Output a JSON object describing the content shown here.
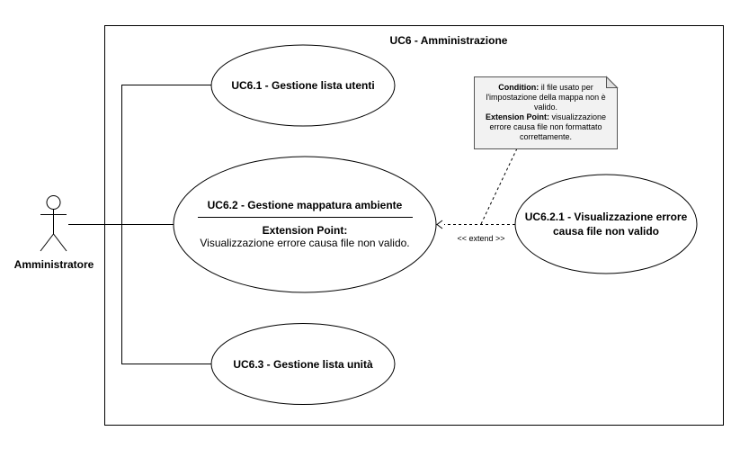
{
  "system": {
    "title": "UC6 - Amministrazione"
  },
  "actor": {
    "label": "Amministratore"
  },
  "use_cases": {
    "uc61": {
      "label": "UC6.1 - Gestione lista utenti"
    },
    "uc62": {
      "label": "UC6.2 - Gestione mappatura ambiente",
      "extension_heading": "Extension Point:",
      "extension_text": "Visualizzazione errore causa file non valido."
    },
    "uc63": {
      "label": "UC6.3 - Gestione lista unità"
    },
    "uc621": {
      "line1": "UC6.2.1 - Visualizzazione errore",
      "line2": "causa file non valido"
    }
  },
  "relation": {
    "extend_label": "<< extend >>"
  },
  "note": {
    "condition_heading": "Condition:",
    "condition_line1": " il file usato per",
    "condition_line2": "l'impostazione della mappa non è",
    "condition_line3": "valido.",
    "extension_heading": "Extension Point:",
    "extension_line1": " visualizzazione",
    "extension_line2": "errore causa file non formattato",
    "extension_line3": "correttamente."
  }
}
